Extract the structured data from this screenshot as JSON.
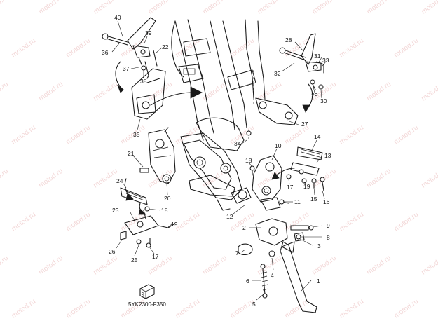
{
  "diagram": {
    "drawing_code": "5YK2300-F350",
    "watermark_text": "motod.ru",
    "callouts": [
      "1",
      "2",
      "3",
      "4",
      "5",
      "6",
      "7",
      "8",
      "9",
      "10",
      "11",
      "12",
      "13",
      "14",
      "15",
      "16",
      "17",
      "17",
      "18",
      "18",
      "19",
      "19",
      "20",
      "21",
      "22",
      "23",
      "24",
      "25",
      "26",
      "27",
      "28",
      "29",
      "30",
      "31",
      "32",
      "33",
      "34",
      "35",
      "36",
      "37",
      "38",
      "39",
      "40"
    ]
  }
}
